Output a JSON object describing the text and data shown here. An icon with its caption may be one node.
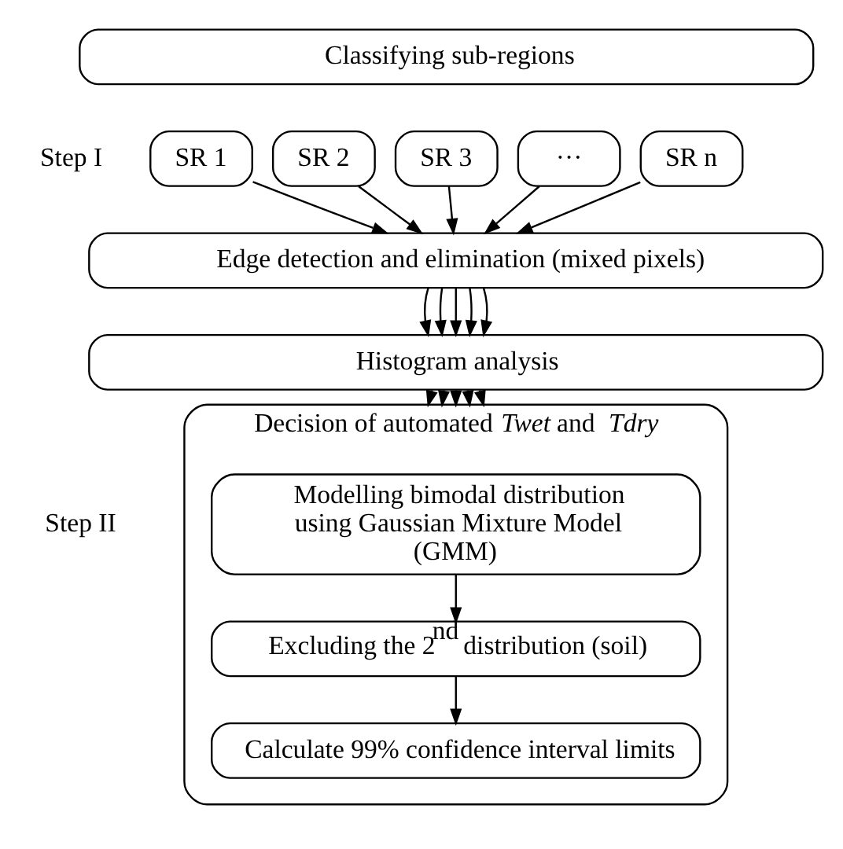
{
  "diagram": {
    "nodes": [
      {
        "text": [
          "Classifying sub-regions"
        ]
      },
      {
        "text": [
          "SR 1"
        ]
      },
      {
        "text": [
          "SR 2"
        ]
      },
      {
        "text": [
          "SR 3"
        ]
      },
      {
        "text": [
          "···"
        ]
      },
      {
        "text": [
          "SR n"
        ]
      },
      {
        "text": [
          "Edge detection and elimination (mixed pixels)"
        ]
      },
      {
        "text": [
          "Histogram analysis"
        ]
      },
      {
        "text": [
          "Decision of automated *Twet* and *Tdry*"
        ]
      },
      {
        "text": [
          "Modelling bimodal distribution using Gaussian Mixture Model (GMM)"
        ],
        "in": 8
      },
      {
        "text": [
          "Excluding the 2$^{nd}$ distribution (soil)"
        ],
        "in": 8
      },
      {
        "text": [
          "Calculate 99% confidence interval limits"
        ],
        "in": 8
      }
    ],
    "edges": [
      {
        "from": 1,
        "to": 6,
        "arrow": "to"
      },
      {
        "from": 2,
        "to": 6,
        "arrow": "to"
      },
      {
        "from": 3,
        "to": 6,
        "arrow": "to"
      },
      {
        "from": 4,
        "to": 6,
        "arrow": "to"
      },
      {
        "from": 5,
        "to": 6,
        "arrow": "to"
      },
      {
        "from": 6,
        "to": 7,
        "arrow": "to"
      },
      {
        "from": 6,
        "to": 7,
        "arrow": "to"
      },
      {
        "from": 6,
        "to": 7,
        "arrow": "to"
      },
      {
        "from": 6,
        "to": 7,
        "arrow": "to"
      },
      {
        "from": 6,
        "to": 7,
        "arrow": "to"
      },
      {
        "from": 7,
        "to": 8,
        "arrow": "to"
      },
      {
        "from": 7,
        "to": 8,
        "arrow": "to"
      },
      {
        "from": 7,
        "to": 8,
        "arrow": "to"
      },
      {
        "from": 7,
        "to": 8,
        "arrow": "to"
      },
      {
        "from": 7,
        "to": 8,
        "arrow": "to"
      },
      {
        "from": 9,
        "to": 10,
        "arrow": "to"
      },
      {
        "from": 10,
        "to": 11,
        "arrow": "to"
      }
    ],
    "labels": [
      "Step I",
      "Step II"
    ]
  }
}
